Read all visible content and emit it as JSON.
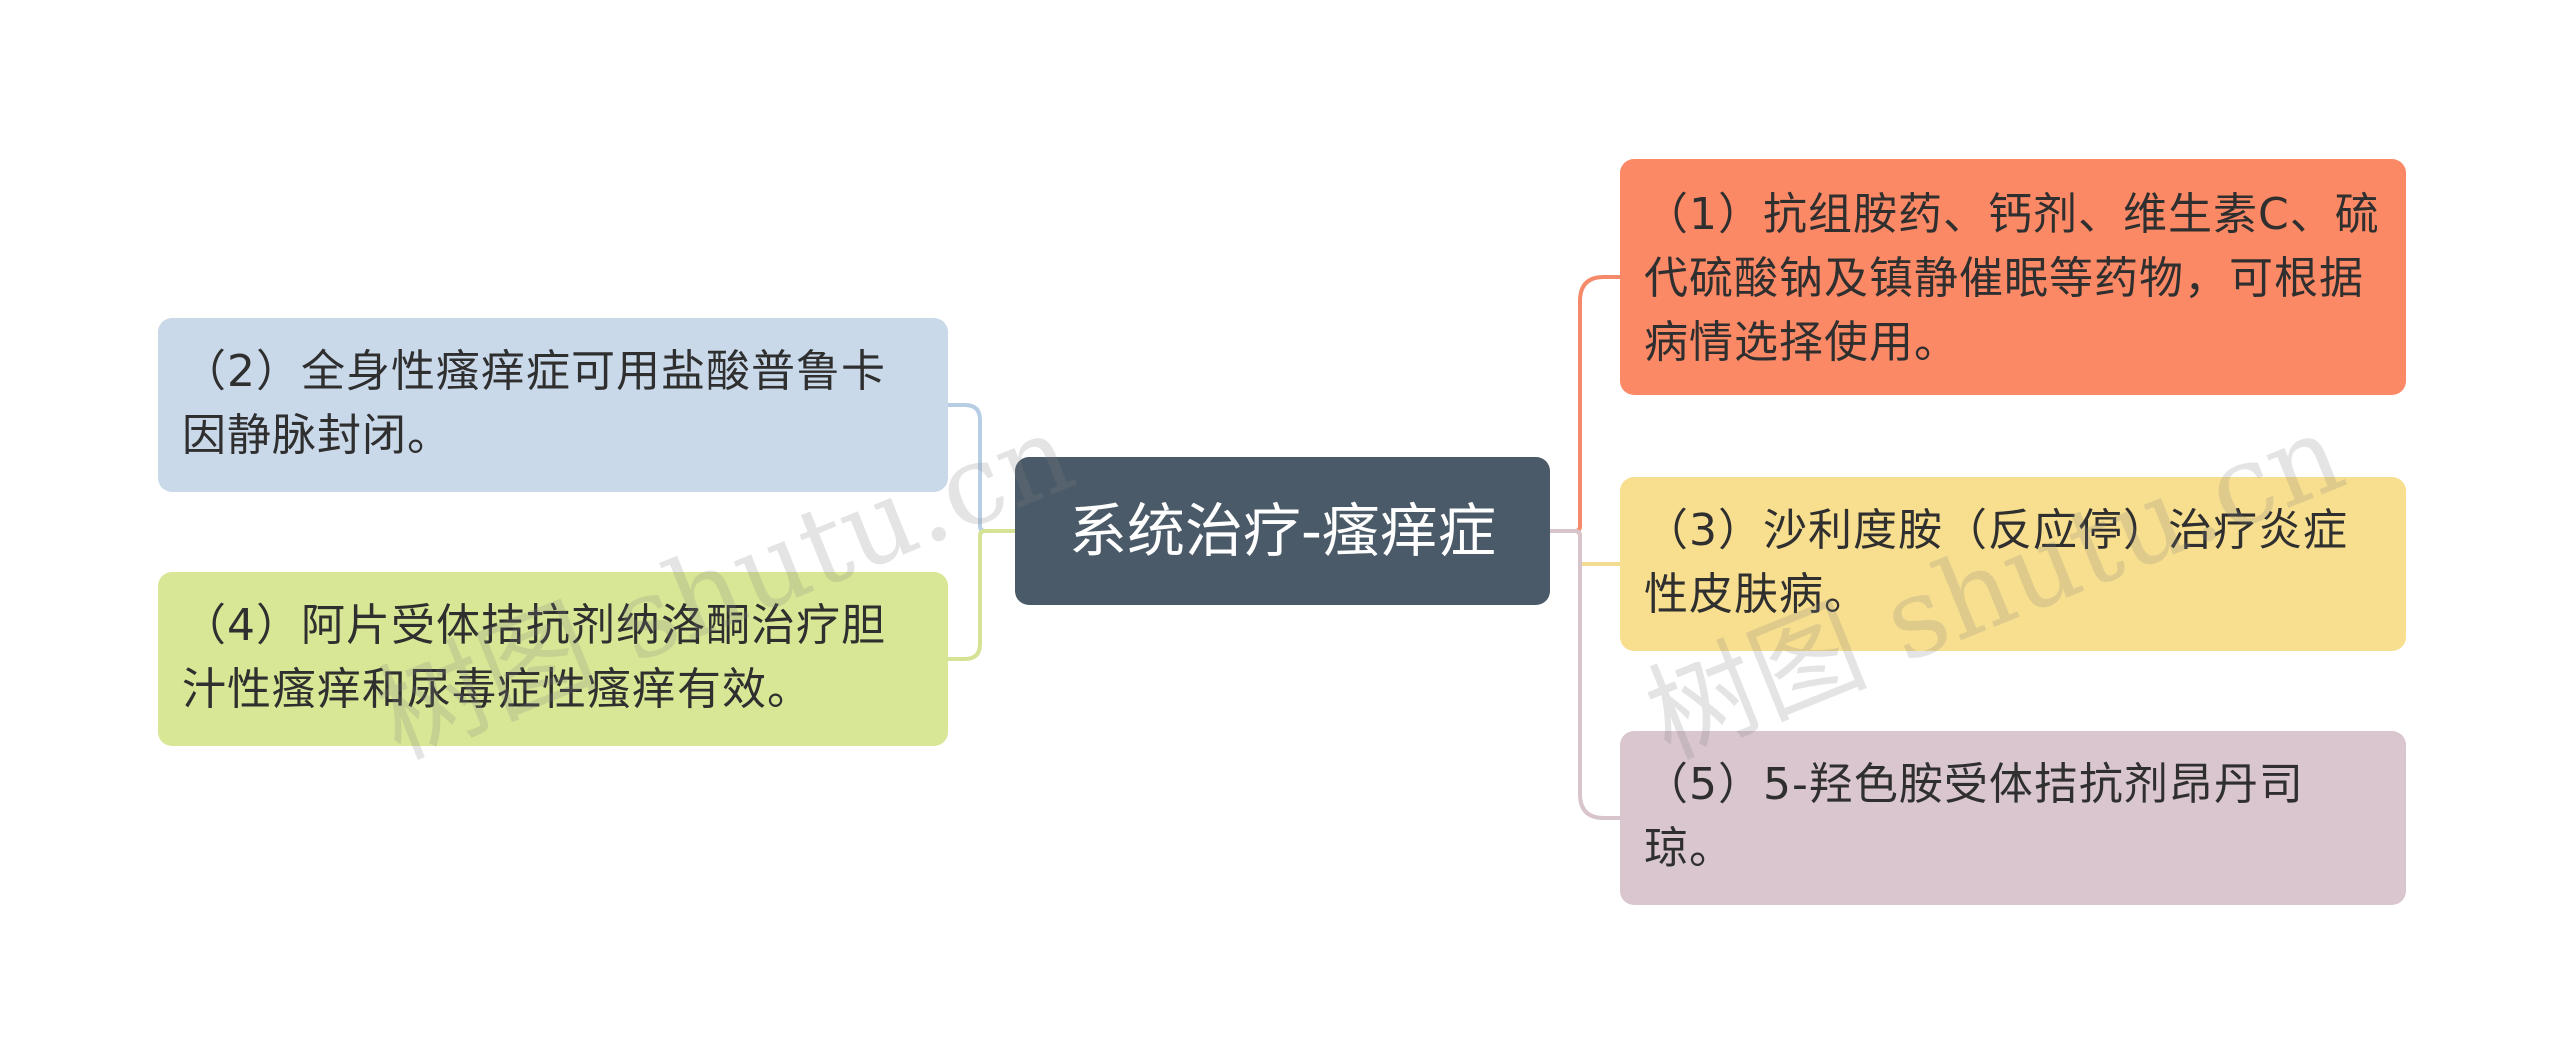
{
  "mindmap": {
    "center": {
      "label": "系统治疗-瘙痒症"
    },
    "left_branches": [
      {
        "label": "（2）全身性瘙痒症可用盐酸普鲁卡因静脉封闭。",
        "color": "#c9d9ea",
        "line_color": "#b7cde3"
      },
      {
        "label": "（4）阿片受体拮抗剂纳洛酮治疗胆汁性瘙痒和尿毒症性瘙痒有效。",
        "color": "#d8e795",
        "line_color": "#d5e394"
      }
    ],
    "right_branches": [
      {
        "label": "（1）抗组胺药、钙剂、维生素C、硫代硫酸钠及镇静催眠等药物，可根据病情选择使用。",
        "color": "#fb8966",
        "line_color": "#f48a6a"
      },
      {
        "label": "（3）沙利度胺（反应停）治疗炎症性皮肤病。",
        "color": "#f8df8f",
        "line_color": "#f1dc92"
      },
      {
        "label": "（5）5-羟色胺受体拮抗剂昂丹司琼。",
        "color": "#d9c6cf",
        "line_color": "#d8c4cc"
      }
    ],
    "center_color": "#4a5a68"
  },
  "watermarks": [
    "树图 shutu.cn",
    "树图 shutu.cn"
  ]
}
